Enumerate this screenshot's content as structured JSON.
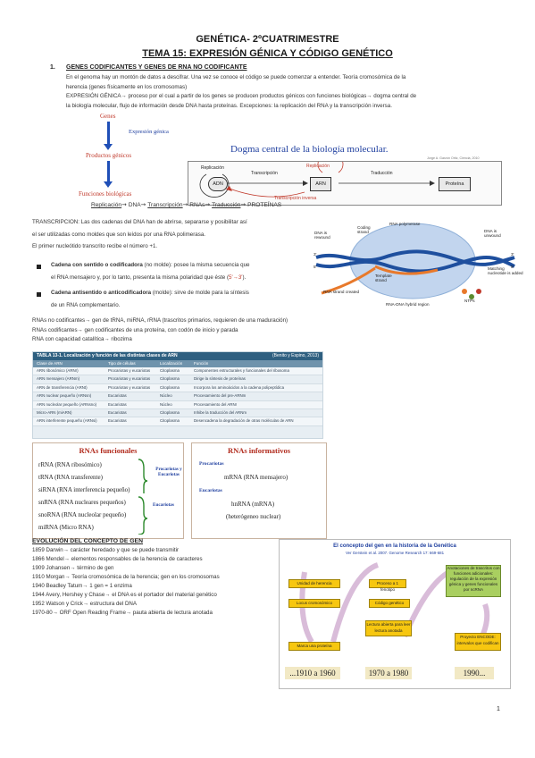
{
  "header": {
    "title": "GENÉTICA- 2ºCUATRIMESTRE",
    "subtitle": "TEMA 15: EXPRESIÓN GÉNICA Y CÓDIGO GENÉTICO"
  },
  "section1": {
    "number": "1.",
    "title": "GENES CODIFICANTES Y GENES DE RNA NO CODIFICANTE",
    "line1": "En el genoma hay un montón de datos a descifrar. Una vez se conoce el código se puede comenzar a entender. Teoría cromosómica de la",
    "line2": "herencia (genes físicamente en los cromosomas)",
    "line3": "EXPRESIÓN GÉNICA→ proceso por el cual a partir de los genes se producen productos génicos con funciones biológicas→ dogma central de",
    "line4": "la biología molecular, flujo de información desde DNA hasta proteínas. Excepciones: la replicación del RNA y la transcripción inversa."
  },
  "diagram_left": {
    "genes": "Genes",
    "expresion": "Expresión génica",
    "productos": "Productos génicos",
    "funciones": "Funciones biológicas"
  },
  "dogma": {
    "title": "Dogma central de la biología molecular.",
    "credit": "Jorge A. Garzón Ortiz, Ciencia, 2010",
    "replicacion_dna": "Replicación",
    "replicacion_rna": "Replicación",
    "transcripcion": "Transcripción",
    "traduccion": "Traducción",
    "transcripcion_inversa": "Transcripción inversa",
    "adn": "ADN",
    "arn": "ARN",
    "proteina": "Proteína",
    "flow": [
      "Replicación",
      "DNA",
      "Transcripción",
      "RNAs",
      "Traducción",
      "PROTEÍNAS"
    ]
  },
  "transcripcion": {
    "line1": "TRANSCRIPCION: Las dos cadenas del DNA han de abrirse, separarse y posibilitar así",
    "line2": "el ser utilizadas como moldes que son leídos por una RNA polimerasa.",
    "line3": "El primer nucleótido transcrito recibe el número +1.",
    "bullet1_bold": "Cadena con sentido o codificadora",
    "bullet1_rest": " (no molde): posee la misma secuencia que",
    "bullet1_line2a": "el RNA mensajero y, por lo tanto, presenta la misma polaridad que éste (",
    "bullet1_polarity": "5'→3'",
    "bullet1_line2b": ").",
    "bullet2_bold": "Cadena antisentido o anticodificadora",
    "bullet2_rest": " (molde): sirve de molde para la síntesis",
    "bullet2_line2": "de un RNA complementario."
  },
  "polymerase_fig": {
    "dna_rewound": "DNA is rewound",
    "coding_strand": "Coding strand",
    "rna_polymerase": "RNA polymerase",
    "dna_unwound": "DNA is unwound",
    "template_strand": "Template strand",
    "matching": "Matching nucleotide is added",
    "rna_created": "RNA strand created",
    "hybrid": "RNA-DNA hybrid region",
    "ntps": "NTPs",
    "ends": [
      "3'",
      "5'",
      "3'",
      "5'"
    ]
  },
  "rna_types": {
    "line1": "RNAs no codificantes→ gen de tRNA, miRNA, rRNA (trascritos primarios, requieren de una maduración)",
    "line2": "RNAs codificantes→ gen codificantes de una proteína, con codón de inicio y parada",
    "line3": "RNA con capacidad catalítica→ ribozima"
  },
  "table": {
    "title": "TABLA 13-1. Localización y función de las distintas clases de ARN",
    "source": "(Benito y Espino, 2013)",
    "headers": [
      "Clase de ARN",
      "Tipo de células",
      "Localización",
      "Función"
    ],
    "rows": [
      [
        "ARN ribosómico (ARNr)",
        "Procariotas y eucariotas",
        "Citoplasma",
        "Componentes estructurales y funcionales del ribosoma"
      ],
      [
        "ARN mensajero (ARNm)",
        "Procariotas y eucariotas",
        "Citoplasma",
        "Dirige la síntesis de proteínas"
      ],
      [
        "ARN de transferencia (ARNt)",
        "Procariotas y eucariotas",
        "Citoplasma",
        "Incorpora los aminoácidos a la cadena polipeptídica"
      ],
      [
        "ARN nuclear pequeño (ARNsn)",
        "Eucariotas",
        "Núcleo",
        "Procesamiento del pre-ARNm"
      ],
      [
        "ARN nucleolar pequeño (ARNsno)",
        "Eucariotas",
        "Núcleo",
        "Procesamiento del ARNr"
      ],
      [
        "Micro-ARN (miARN)",
        "Eucariotas",
        "Citoplasma",
        "Inhibe la traducción del ARNm"
      ],
      [
        "ARN interferente pequeño (ARNsi)",
        "Eucariotas",
        "Citoplasma",
        "Desencadena la degradación de otras moléculas de ARN"
      ]
    ]
  },
  "rnas_funcionales": {
    "title": "RNAs funcionales",
    "items": [
      "rRNA (RNA ribosómico)",
      "tRNA (RNA transferente)",
      "siRNA (RNA interferencia pequeño)",
      "snRNA (RNA nucleares pequeños)",
      "snoRNA (RNA nucleolar pequeño)",
      "miRNA (Micro RNA)"
    ],
    "brace1": "Procariotas y Eucariotas",
    "brace2": "Eucariotas"
  },
  "rnas_informativos": {
    "title": "RNAs informativos",
    "procariotas": "Procariotas",
    "mrna": "mRNA (RNA mensajero)",
    "eucariotas": "Eucariotas",
    "hnrna": "hnRNA (mRNA)",
    "het": "(heterógeneo nuclear)"
  },
  "evolucion": {
    "title": "EVOLUCIÓN DEL CONCEPTO DE GEN",
    "items": [
      "1859 Darwin→ carácter heredado y que se puede transmitir",
      "1866 Mendel→ elementos responsables de la herencia de caracteres",
      "1909 Johansen→ término de gen",
      "1910 Morgan→ Teoría cromosómica de la herencia; gen en los cromosomas",
      "1940 Beadley Tatum→ 1 gen = 1 enzima",
      "1944 Avery, Hershey y Chase→ el DNA es el portador del material genético",
      "1952 Watson y Crick→ estructura del DNA",
      "1970-80→ ORF Open Reading Frame→ pauta abierta de lectura anotada"
    ]
  },
  "gene_history": {
    "title": "El concepto del gen en la historia de la Genética",
    "subtitle": "Ver Gerstein et al. 2007. Genome Research 17: 669-681",
    "box_unidad": "Unidad de herencia",
    "box_locus": "Locus cromosómico",
    "box_enzima": "Proceso a 1 fenotipo",
    "box_codigo": "Código genético",
    "box_lectura": "Lectura abierta para leer lectura anotada",
    "box_una": "Marca una proteína",
    "box_grande": "Anotaciones de trascritos con funciones adicionales: regulación de la expresión génica y genes funcionales por ncRNA",
    "box_encode": "Proyecto ENCODE: intervalos que codifican",
    "eras": [
      "...1910 a 1960",
      "1970 a 1980",
      "1990..."
    ]
  },
  "page_number": "1",
  "colors": {
    "title_blue": "#1f3f9f",
    "accent_red": "#c0392b",
    "arrow_blue": "#1f4fb7",
    "table_head": "#2e5f80"
  }
}
